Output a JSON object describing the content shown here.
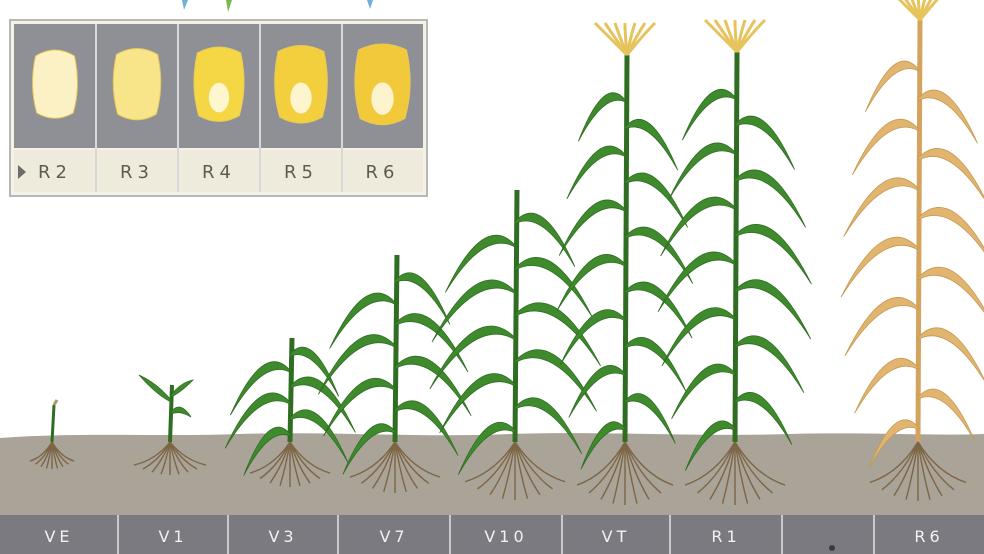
{
  "kernel_panel": {
    "labels": [
      "R2",
      "R3",
      "R4",
      "R5",
      "R6"
    ],
    "marker": "arrow-marker"
  },
  "stages": [
    {
      "label": "VE",
      "color": "green"
    },
    {
      "label": "V1",
      "color": "green"
    },
    {
      "label": "V3",
      "color": "green"
    },
    {
      "label": "V7",
      "color": "green"
    },
    {
      "label": "V10",
      "color": "green"
    },
    {
      "label": "VT",
      "color": "green"
    },
    {
      "label": "R1",
      "color": "green"
    },
    {
      "label": "",
      "color": "none"
    },
    {
      "label": "R6",
      "color": "tan"
    }
  ],
  "colors": {
    "soil": "#aaa398",
    "stage_bar": "#7a7a80",
    "kernel_bg": "#8f8f96",
    "kernel_label_bg": "#efebdc",
    "green_leaf": "#3e8a2d",
    "dry_leaf": "#e1b56f"
  }
}
